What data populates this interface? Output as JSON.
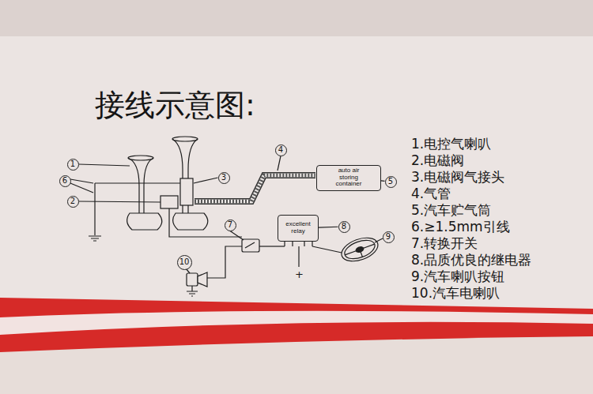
{
  "diagram": {
    "title": "接线示意图:",
    "nodes": [
      {
        "text": [
          "4"
        ]
      },
      {
        "text": [
          "1"
        ]
      },
      {
        "text": [
          "3"
        ]
      },
      {
        "text": [
          "auto air storing container"
        ]
      },
      {
        "text": [
          "5"
        ]
      },
      {
        "text": [
          "6"
        ]
      },
      {
        "text": [
          "2"
        ]
      },
      {
        "text": [
          "7"
        ]
      },
      {
        "text": [
          "excellent relay"
        ]
      },
      {
        "text": [
          "8"
        ]
      },
      {
        "text": [
          "9"
        ]
      },
      {
        "text": [
          "10"
        ]
      }
    ],
    "edges": [
      {
        "from": 4,
        "to": 3,
        "arrow": "none"
      },
      {
        "from": 9,
        "to": 8,
        "arrow": "none"
      }
    ],
    "labels": [
      "1.电控气喇叭",
      "2.电磁阀",
      "3.电磁阀气接头",
      "4.气管",
      "5.汽车贮气筒",
      "6.≥1.5mm引线",
      "7.转换开关",
      "8.品质优良的继电器",
      "9.汽车喇叭按钮",
      "10.汽车电喇叭",
      "+"
    ]
  }
}
